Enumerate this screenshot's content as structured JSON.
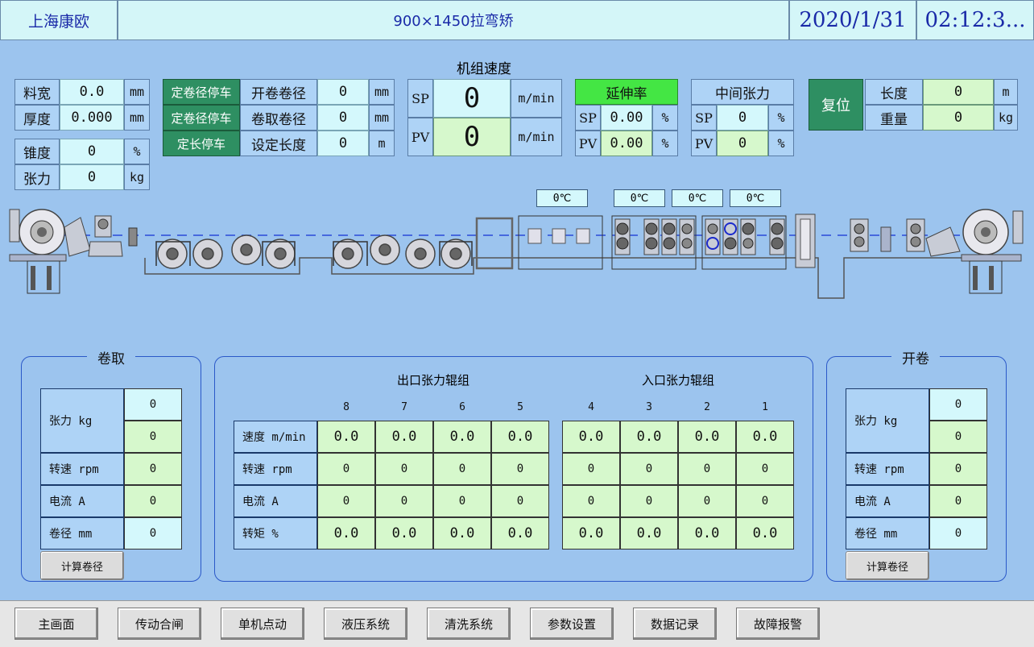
{
  "header": {
    "company": "上海康欧",
    "title": "900×1450拉弯矫",
    "date": "2020/1/31",
    "time": "02:12:3..."
  },
  "params": {
    "width_label": "料宽",
    "width_value": "0.0",
    "width_unit": "mm",
    "thickness_label": "厚度",
    "thickness_value": "0.000",
    "thickness_unit": "mm",
    "taper_label": "锥度",
    "taper_value": "0",
    "taper_unit": "%",
    "tension_label": "张力",
    "tension_value": "0",
    "tension_unit": "kg"
  },
  "stops": {
    "uncoil_stop_btn": "定卷径停车",
    "uncoil_diam_label": "开卷卷径",
    "uncoil_diam_value": "0",
    "uncoil_diam_unit": "mm",
    "recoil_stop_btn": "定卷径停车",
    "recoil_diam_label": "卷取卷径",
    "recoil_diam_value": "0",
    "recoil_diam_unit": "mm",
    "length_stop_btn": "定长停车",
    "length_label": "设定长度",
    "length_value": "0",
    "length_unit": "m"
  },
  "speed": {
    "title": "机组速度",
    "sp_label": "SP",
    "sp_value": "0",
    "sp_unit": "m/min",
    "pv_label": "PV",
    "pv_value": "0",
    "pv_unit": "m/min"
  },
  "elongation": {
    "title": "延伸率",
    "sp_label": "SP",
    "sp_value": "0.00",
    "sp_unit": "%",
    "pv_label": "PV",
    "pv_value": "0.00",
    "pv_unit": "%"
  },
  "mid_tension": {
    "title": "中间张力",
    "sp_label": "SP",
    "sp_value": "0",
    "sp_unit": "%",
    "pv_label": "PV",
    "pv_value": "0",
    "pv_unit": "%"
  },
  "counters": {
    "reset_btn": "复位",
    "length_label": "长度",
    "length_value": "0",
    "length_unit": "m",
    "weight_label": "重量",
    "weight_value": "0",
    "weight_unit": "kg"
  },
  "temps": [
    "0℃",
    "0℃",
    "0℃",
    "0℃"
  ],
  "recoiler": {
    "title": "卷取",
    "tension_label": "张力 kg",
    "tension_sp": "0",
    "tension_pv": "0",
    "speed_label": "转速 rpm",
    "speed_value": "0",
    "current_label": "电流 A",
    "current_value": "0",
    "diam_label": "卷径 mm",
    "diam_value": "0",
    "calc_btn": "计算卷径"
  },
  "uncoiler": {
    "title": "开卷",
    "tension_label": "张力 kg",
    "tension_sp": "0",
    "tension_pv": "0",
    "speed_label": "转速 rpm",
    "speed_value": "0",
    "current_label": "电流 A",
    "current_value": "0",
    "diam_label": "卷径 mm",
    "diam_value": "0",
    "calc_btn": "计算卷径"
  },
  "bridles": {
    "exit_title": "出口张力辊组",
    "entry_title": "入口张力辊组",
    "columns": [
      "8",
      "7",
      "6",
      "5",
      "4",
      "3",
      "2",
      "1"
    ],
    "rows": [
      {
        "label": "速度 m/min",
        "values": [
          "0.0",
          "0.0",
          "0.0",
          "0.0",
          "0.0",
          "0.0",
          "0.0",
          "0.0"
        ]
      },
      {
        "label": "转速 rpm",
        "values": [
          "0",
          "0",
          "0",
          "0",
          "0",
          "0",
          "0",
          "0"
        ]
      },
      {
        "label": "电流 A",
        "values": [
          "0",
          "0",
          "0",
          "0",
          "0",
          "0",
          "0",
          "0"
        ]
      },
      {
        "label": "转矩 %",
        "values": [
          "0.0",
          "0.0",
          "0.0",
          "0.0",
          "0.0",
          "0.0",
          "0.0",
          "0.0"
        ]
      }
    ]
  },
  "nav": [
    "主画面",
    "传动合闸",
    "单机点动",
    "液压系统",
    "清洗系统",
    "参数设置",
    "数据记录",
    "故障报警"
  ]
}
